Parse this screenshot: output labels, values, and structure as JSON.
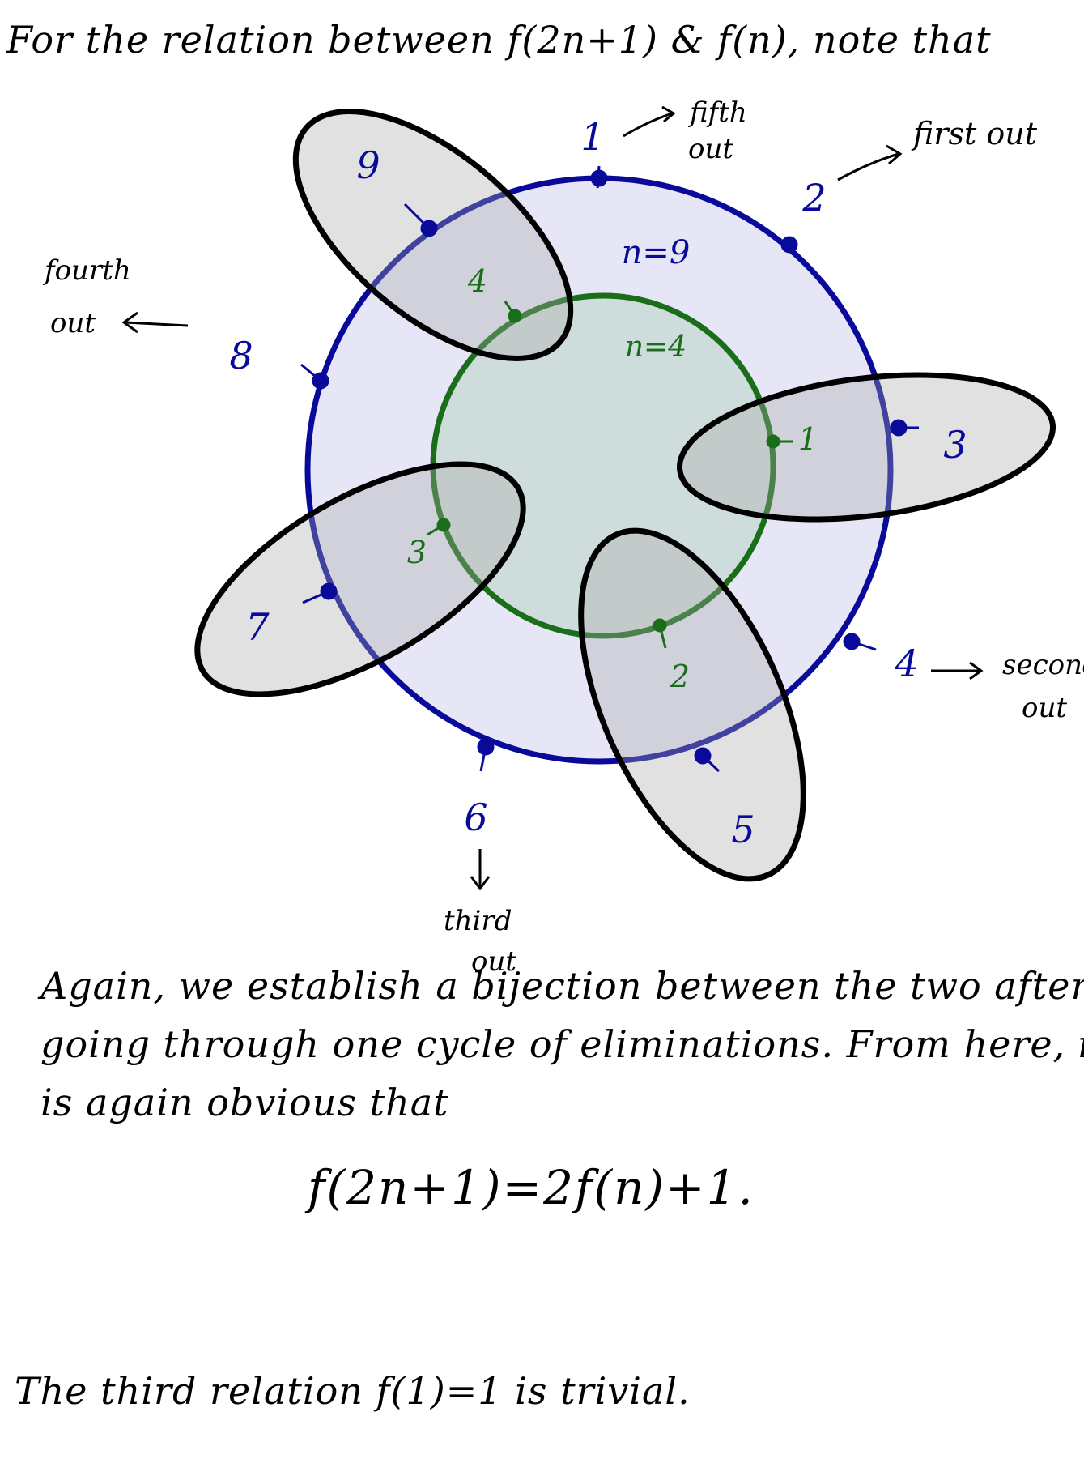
{
  "heading": "For the relation between f(2n+1) & f(n), note that",
  "diagram": {
    "outer_label": "n=9",
    "inner_label": "n=4",
    "outer_numbers": [
      "1",
      "2",
      "3",
      "4",
      "5",
      "6",
      "7",
      "8",
      "9"
    ],
    "inner_numbers": [
      "1",
      "2",
      "3",
      "4"
    ],
    "notes": {
      "first": "first out",
      "second_line1": "second",
      "second_line2": "out",
      "third_line1": "third",
      "third_line2": "out",
      "fourth_line1": "fourth",
      "fourth_line2": "out",
      "fifth_line1": "fifth",
      "fifth_line2": "out"
    },
    "colors": {
      "outer_circle": "#0a0a9a",
      "outer_fill": "#e6e6f6",
      "inner_circle": "#1a6e1a",
      "inner_fill": "#cfdcdc",
      "ellipse_stroke": "#000000",
      "ellipse_fill": "#a8a8a8"
    }
  },
  "paragraph": {
    "line1": "Again, we establish a bijection between the two after",
    "line2": "going through one cycle of eliminations. From here, it",
    "line3": "is again obvious that"
  },
  "formula": "f(2n+1)=2f(n)+1.",
  "closing": "The third relation f(1)=1 is trivial."
}
